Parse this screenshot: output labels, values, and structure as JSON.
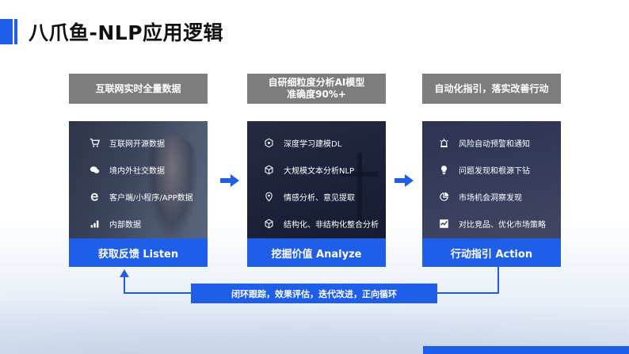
{
  "page": {
    "title": "八爪鱼-NLP应用逻辑"
  },
  "colors": {
    "accent": "#1f5ee8",
    "header_gray": "#7d7d7d",
    "title_text": "#111111"
  },
  "columns": [
    {
      "header_lines": [
        "互联网实时全量数据"
      ],
      "footer": "获取反馈 Listen",
      "items": [
        {
          "icon": "cart-icon",
          "label": "互联网开源数据"
        },
        {
          "icon": "chat-bubbles-icon",
          "label": "境内外社交数据"
        },
        {
          "icon": "browser-e-icon",
          "label": "客户端/小程序/APP数据"
        },
        {
          "icon": "bar-chart-icon",
          "label": "内部数据"
        }
      ]
    },
    {
      "header_lines": [
        "自研细粒度分析AI模型",
        "准确度90%+"
      ],
      "footer": "挖掘价值 Analyze",
      "items": [
        {
          "icon": "deep-learning-icon",
          "label": "深度学习建模DL"
        },
        {
          "icon": "cube-icon",
          "label": "大规模文本分析NLP"
        },
        {
          "icon": "location-pin-icon",
          "label": "情感分析、意见提取"
        },
        {
          "icon": "box-icon",
          "label": "结构化、非结构化整合分析"
        }
      ]
    },
    {
      "header_lines": [
        "自动化指引，落实改善行动"
      ],
      "footer": "行动指引 Action",
      "items": [
        {
          "icon": "alarm-light-icon",
          "label": "风险自动预警和通知"
        },
        {
          "icon": "lightbulb-icon",
          "label": "问题发现和根源下钻"
        },
        {
          "icon": "pie-chart-icon",
          "label": "市场机会洞察发现"
        },
        {
          "icon": "trend-chart-icon",
          "label": "对比竞品、优化市场策略"
        }
      ]
    }
  ],
  "loop": {
    "label": "闭环跟踪，效果评估，迭代改进，正向循环"
  }
}
